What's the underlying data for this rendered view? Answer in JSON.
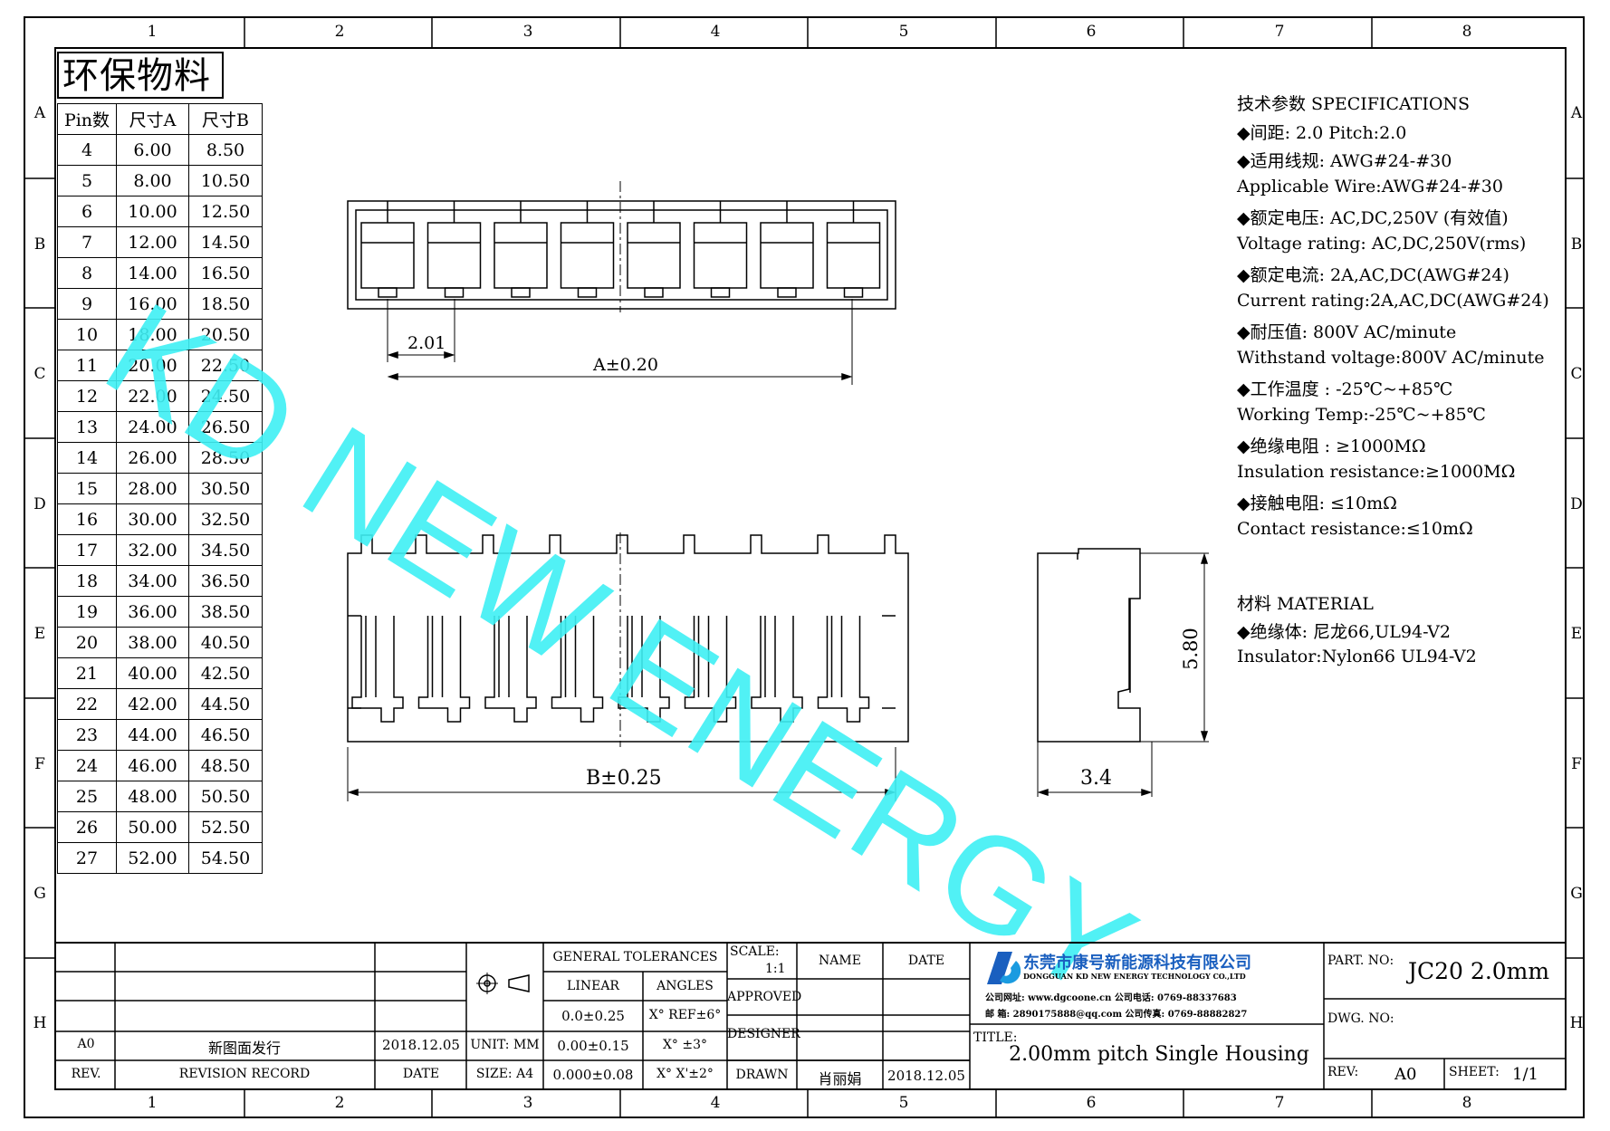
{
  "watermark": "KD NEW ENERGY",
  "heading_cn": "环保物料",
  "zones": {
    "top": [
      "1",
      "2",
      "3",
      "4",
      "5",
      "6",
      "7",
      "8"
    ],
    "side": [
      "A",
      "B",
      "C",
      "D",
      "E",
      "F",
      "G",
      "H"
    ]
  },
  "pin_table": {
    "headers": [
      "Pin数",
      "尺寸A",
      "尺寸B"
    ],
    "rows": [
      [
        "4",
        "6.00",
        "8.50"
      ],
      [
        "5",
        "8.00",
        "10.50"
      ],
      [
        "6",
        "10.00",
        "12.50"
      ],
      [
        "7",
        "12.00",
        "14.50"
      ],
      [
        "8",
        "14.00",
        "16.50"
      ],
      [
        "9",
        "16.00",
        "18.50"
      ],
      [
        "10",
        "18.00",
        "20.50"
      ],
      [
        "11",
        "20.00",
        "22.50"
      ],
      [
        "12",
        "22.00",
        "24.50"
      ],
      [
        "13",
        "24.00",
        "26.50"
      ],
      [
        "14",
        "26.00",
        "28.50"
      ],
      [
        "15",
        "28.00",
        "30.50"
      ],
      [
        "16",
        "30.00",
        "32.50"
      ],
      [
        "17",
        "32.00",
        "34.50"
      ],
      [
        "18",
        "34.00",
        "36.50"
      ],
      [
        "19",
        "36.00",
        "38.50"
      ],
      [
        "20",
        "38.00",
        "40.50"
      ],
      [
        "21",
        "40.00",
        "42.50"
      ],
      [
        "22",
        "42.00",
        "44.50"
      ],
      [
        "23",
        "44.00",
        "46.50"
      ],
      [
        "24",
        "46.00",
        "48.50"
      ],
      [
        "25",
        "48.00",
        "50.50"
      ],
      [
        "26",
        "50.00",
        "52.50"
      ],
      [
        "27",
        "52.00",
        "54.50"
      ]
    ]
  },
  "dims": {
    "pitch": "2.01",
    "a": "A±0.20",
    "b": "B±0.25",
    "height": "5.80",
    "depth": "3.4"
  },
  "specs": [
    "技术参数  SPECIFICATIONS",
    "◆间距: 2.0        Pitch:2.0",
    "◆适用线规: AWG#24-#30",
    "  Applicable Wire:AWG#24-#30",
    "◆额定电压: AC,DC,250V (有效值)",
    "  Voltage rating: AC,DC,250V(rms)",
    "◆额定电流: 2A,AC,DC(AWG#24)",
    "  Current rating:2A,AC,DC(AWG#24)",
    "◆耐压值: 800V AC/minute",
    "   Withstand voltage:800V AC/minute",
    "◆工作温度 : -25℃~+85℃",
    "  Working Temp:-25℃~+85℃",
    "◆绝缘电阻 : ≥1000MΩ",
    "  Insulation resistance:≥1000MΩ",
    "◆接触电阻: ≤10mΩ",
    "  Contact resistance:≤10mΩ"
  ],
  "material": [
    "材料  MATERIAL",
    "◆绝缘体: 尼龙66,UL94-V2",
    "   Insulator:Nylon66 UL94-V2"
  ],
  "title_block": {
    "rev_code": "A0",
    "revision_record_entry": "新图面发行",
    "rev_date": "2018.12.05",
    "rev_label": "REV.",
    "revision_record_label": "REVISION RECORD",
    "date_label": "DATE",
    "unit": "UNIT: MM",
    "size": "SIZE: A4",
    "general_tolerances": "GENERAL TOLERANCES",
    "linear": "LINEAR",
    "angles": "ANGLES",
    "tol_rows": [
      [
        "0.0±0.25",
        "X° REF±6°"
      ],
      [
        "0.00±0.15",
        "X° ±3°"
      ],
      [
        "0.000±0.08",
        "X° X'±2°"
      ]
    ],
    "scale_label": "SCALE:",
    "scale_value": "1:1",
    "name_label": "NAME",
    "date_col": "DATE",
    "approved": "APPROVED",
    "designer": "DESIGNER",
    "drawn": "DRAWN",
    "drawn_name": "肖丽娟",
    "drawn_date": "2018.12.05",
    "company_cn": "东莞市康号新能源科技有限公司",
    "company_en": "DONGGUAN KD NEW ENERGY TECHNOLOGY CO.,LTD",
    "company_line1": "公司网址: www.dgcoone.cn    公司电话: 0769-88337683",
    "company_line2": "邮    箱: 2890175888@qq.com  公司传真: 0769-88882827",
    "title_label": "TITLE:",
    "title": "2.00mm pitch Single Housing",
    "part_no_label": "PART. NO:",
    "part_no": "JC20 2.0mm",
    "dwg_no_label": "DWG. NO:",
    "rev2_label": "REV:",
    "rev2": "A0",
    "sheet_label": "SHEET:",
    "sheet": "1/1"
  }
}
